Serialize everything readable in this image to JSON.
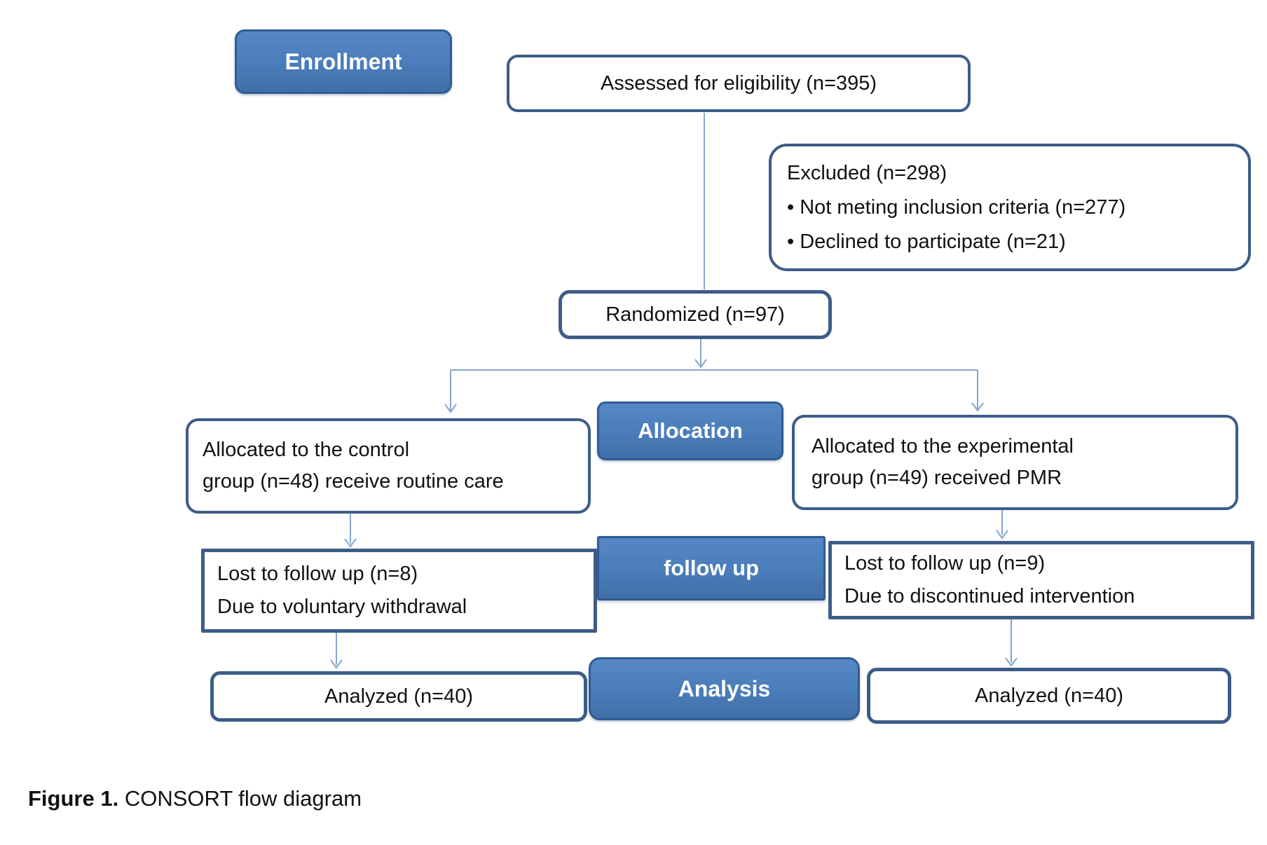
{
  "figure": {
    "caption_prefix": "Figure 1.",
    "caption_text": " CONSORT flow diagram"
  },
  "stages": {
    "enrollment": "Enrollment",
    "allocation": "Allocation",
    "followup": "follow up",
    "analysis": "Analysis"
  },
  "nodes": {
    "assessed": {
      "text": "Assessed for eligibility (n=395)"
    },
    "excluded": {
      "title": "Excluded (n=298)",
      "items": [
        "• Not meting inclusion criteria (n=277)",
        "• Declined to participate (n=21)"
      ]
    },
    "randomized": {
      "text": "Randomized (n=97)"
    },
    "alloc_control": {
      "lines": [
        "Allocated to the control",
        "group (n=48) receive routine care"
      ]
    },
    "alloc_experimental": {
      "lines": [
        "Allocated to the experimental",
        "group (n=49) received PMR"
      ]
    },
    "lost_control": {
      "lines": [
        "Lost to follow up (n=8)",
        "Due to voluntary withdrawal"
      ]
    },
    "lost_experimental": {
      "lines": [
        "Lost to follow up (n=9)",
        "Due to discontinued intervention"
      ]
    },
    "analyzed_control": {
      "text": "Analyzed (n=40)"
    },
    "analyzed_experimental": {
      "text": "Analyzed (n=40)"
    }
  },
  "colors": {
    "stage_fill": "#4a7cba",
    "stage_border": "#2f5c94",
    "box_border": "#3d5c88",
    "connector": "#84a7cf",
    "stage_text": "#ffffff",
    "text": "#111111"
  }
}
